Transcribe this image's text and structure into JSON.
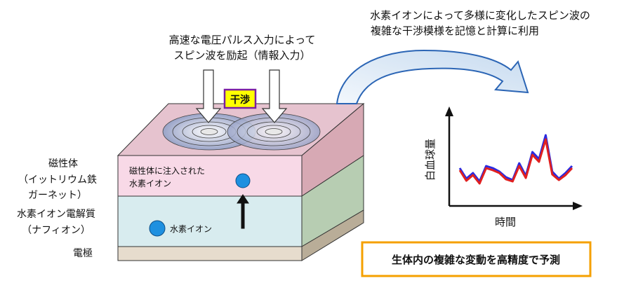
{
  "annotations": {
    "pulse_input_line1": "高速な電圧パルス入力によって",
    "pulse_input_line2": "スピン波を励起（情報入力）",
    "interference": "干渉",
    "spinwave_line1": "水素イオンによって多様に変化したスピン波の",
    "spinwave_line2": "複雑な干渉模様を記憶と計算に利用"
  },
  "layers": {
    "magnet_label_1": "磁性体",
    "magnet_label_2": "（イットリウム鉄",
    "magnet_label_3": "ガーネット）",
    "electrolyte_label_1": "水素イオン電解質",
    "electrolyte_label_2": "（ナフィオン）",
    "electrode_label": "電極",
    "injected_line1": "磁性体に注入された",
    "injected_line2": "水素イオン",
    "proton_label": "水素イオン"
  },
  "chart_data": {
    "type": "line",
    "xlabel": "時間",
    "ylabel": "白血球量",
    "x": [
      1,
      2,
      3,
      4,
      5,
      6,
      7,
      8,
      9,
      10,
      11,
      12,
      13,
      14,
      15,
      16,
      17,
      18
    ],
    "series": [
      {
        "color": "#2a2ae0",
        "values": [
          0.45,
          0.3,
          0.38,
          0.26,
          0.48,
          0.45,
          0.4,
          0.32,
          0.28,
          0.52,
          0.34,
          0.68,
          0.58,
          0.92,
          0.4,
          0.3,
          0.38,
          0.48
        ]
      },
      {
        "color": "#e02020",
        "values": [
          0.42,
          0.27,
          0.35,
          0.23,
          0.45,
          0.42,
          0.38,
          0.29,
          0.26,
          0.48,
          0.31,
          0.64,
          0.54,
          0.86,
          0.36,
          0.28,
          0.35,
          0.45
        ]
      }
    ]
  },
  "conclusion": "生体内の複雑な変動を高精度で予測",
  "colors": {
    "magnet_top": "#e6c3cf",
    "magnet_front": "#f8d9e7",
    "electrolyte_front": "#d8ecef",
    "electrode_front": "#e6dccd",
    "proton": "#1e90e0",
    "badge_fill": "#ffff00",
    "badge_border": "#7a1fa2",
    "conclusion_border": "#f5a000",
    "arrow_fill": "#d7e6f5",
    "arrow_stroke": "#2b65b5"
  }
}
